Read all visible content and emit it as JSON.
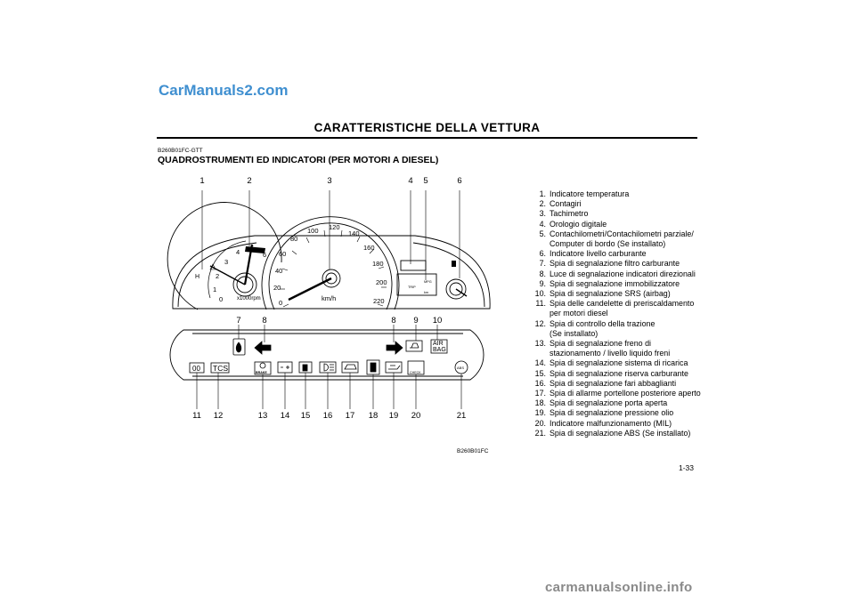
{
  "watermark_top": "CarManuals2.com",
  "header": {
    "title": "CARATTERISTICHE DELLA VETTURA"
  },
  "section": {
    "code": "B260B01FC-GTT",
    "title": "QUADROSTRUMENTI ED INDICATORI  (PER MOTORI A DIESEL)"
  },
  "figure": {
    "code": "B260B01FC",
    "tach_labels": [
      "0",
      "1",
      "2",
      "3",
      "4",
      "5",
      "6"
    ],
    "tach_unit": "x1000rpm",
    "speed_labels": [
      "0",
      "20",
      "40",
      "60",
      "80",
      "100",
      "120",
      "140",
      "160",
      "180",
      "200",
      "220"
    ],
    "speed_unit": "km/h",
    "temp_hot": "H",
    "lcd_labels": {
      "trip": "TRIP",
      "km": "km",
      "mpg": "MPG"
    },
    "lamp_text": {
      "air_bag_1": "AIR",
      "air_bag_2": "BAG",
      "tcs": "TCS",
      "brake": "BRAKE",
      "check": "CHECK",
      "abs": "ABS",
      "heater": "00"
    },
    "callouts_top": [
      "1",
      "2",
      "3",
      "4",
      "5",
      "6"
    ],
    "callouts_mid": [
      "7",
      "8",
      "8",
      "9",
      "10"
    ],
    "callouts_bottom": [
      "11",
      "12",
      "13",
      "14",
      "15",
      "16",
      "17",
      "18",
      "19",
      "20",
      "21"
    ]
  },
  "legend": [
    {
      "num": "1.",
      "text": "Indicatore temperatura"
    },
    {
      "num": "2.",
      "text": "Contagiri"
    },
    {
      "num": "3.",
      "text": "Tachimetro"
    },
    {
      "num": "4.",
      "text": "Orologio digitale"
    },
    {
      "num": "5.",
      "text": "Contachilometri/Contachilometri  parziale/"
    },
    {
      "num": "",
      "text": "Computer di bordo (Se installato)"
    },
    {
      "num": "6.",
      "text": "Indicatore livello carburante"
    },
    {
      "num": "7.",
      "text": "Spia di segnalazione filtro carburante"
    },
    {
      "num": "8.",
      "text": "Luce di segnalazione indicatori direzionali"
    },
    {
      "num": "9.",
      "text": "Spia di segnalazione immobilizzatore"
    },
    {
      "num": "10.",
      "text": "Spia di segnalazione SRS (airbag)"
    },
    {
      "num": "11.",
      "text": "Spia delle candelette di preriscaldamento"
    },
    {
      "num": "",
      "text": "per motori diesel"
    },
    {
      "num": "12.",
      "text": "Spia di controllo della trazione"
    },
    {
      "num": "",
      "text": "(Se installato)"
    },
    {
      "num": "13.",
      "text": "Spia di segnalazione freno di"
    },
    {
      "num": "",
      "text": "stazionamento / livello liquido freni"
    },
    {
      "num": "14.",
      "text": "Spia di segnalazione sistema di ricarica"
    },
    {
      "num": "15.",
      "text": "Spia di segnalazione riserva carburante"
    },
    {
      "num": "16.",
      "text": "Spia di segnalazione fari abbaglianti"
    },
    {
      "num": "17.",
      "text": "Spia di allarme portellone posteriore aperto"
    },
    {
      "num": "18.",
      "text": "Spia di segnalazione porta aperta"
    },
    {
      "num": "19.",
      "text": "Spia di segnalazione pressione olio"
    },
    {
      "num": "20.",
      "text": "Indicatore malfunzionamento (MIL)"
    },
    {
      "num": "21.",
      "text": "Spia di segnalazione ABS (Se installato)"
    }
  ],
  "page_number": "1-33",
  "watermark_bottom": "carmanualsonline.info"
}
